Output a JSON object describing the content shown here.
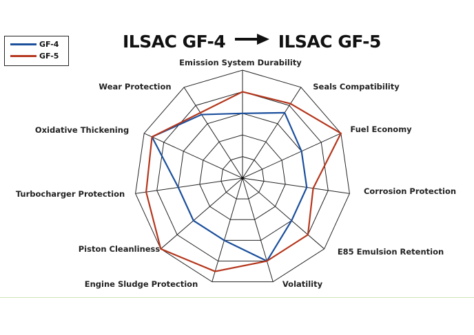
{
  "chart_data": {
    "type": "radar",
    "title_left": "ILSAC GF-4",
    "title_right": "ILSAC GF-5",
    "axes": [
      "Emission System Durability",
      "Seals Compatibility",
      "Fuel Economy",
      "Corrosion Protection",
      "E85 Emulsion Retention",
      "Volatility",
      "Engine Sludge Protection",
      "Piston Cleanliness",
      "Turbocharger Protection",
      "Oxidative Thickening",
      "Wear Protection"
    ],
    "range": [
      0,
      5
    ],
    "rings": 5,
    "series": [
      {
        "name": "GF-4",
        "color": "#1b4f9c",
        "values": [
          3,
          3.6,
          3,
          3,
          3,
          4,
          3,
          3,
          3,
          4.6,
          3.5
        ]
      },
      {
        "name": "GF-5",
        "color": "#b5361c",
        "values": [
          4,
          4.1,
          5,
          3.3,
          4,
          4,
          4.5,
          5,
          4.5,
          4.6,
          3.6
        ]
      }
    ],
    "legend_position": "top-left"
  }
}
